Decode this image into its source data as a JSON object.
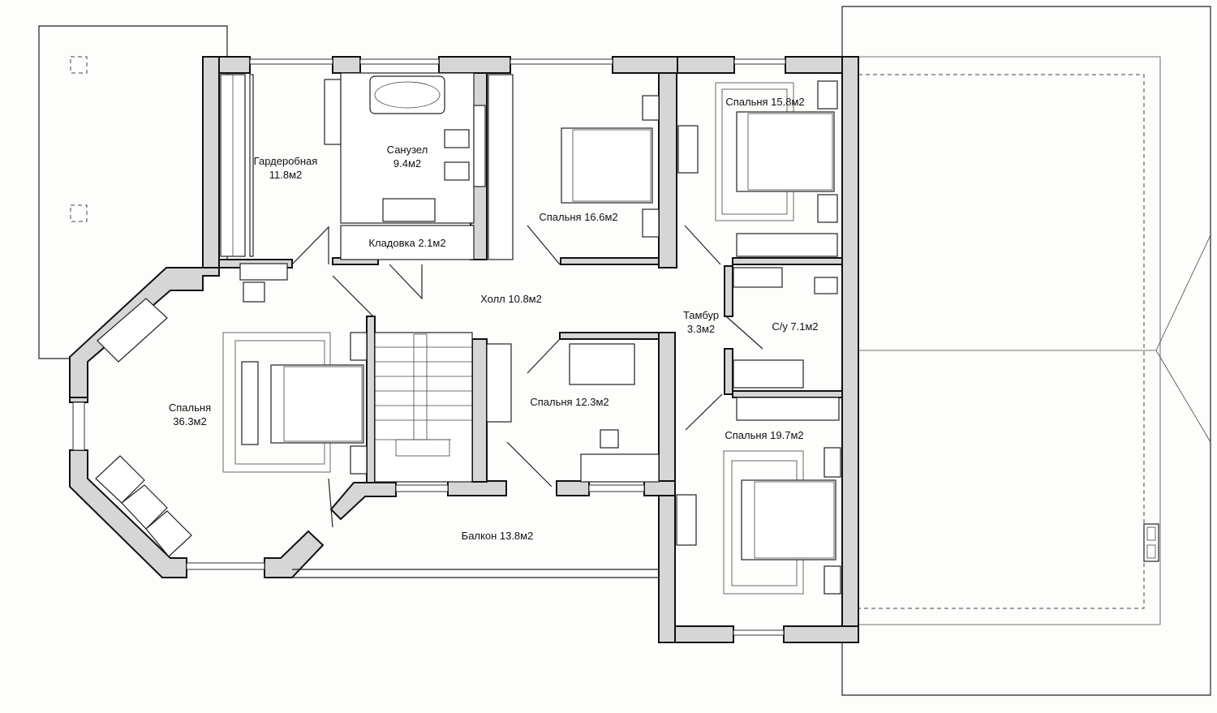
{
  "rooms": {
    "wardrobe": {
      "name": "Гардеробная",
      "area": "11.8м2"
    },
    "bath_main": {
      "name": "Санузел",
      "area": "9.4м2"
    },
    "storage": {
      "label": "Кладовка 2.1м2"
    },
    "bedroom_16": {
      "label": "Спальня 16.6м2"
    },
    "bedroom_15": {
      "label": "Спальня 15.8м2"
    },
    "hall": {
      "label": "Холл 10.8м2"
    },
    "vestibule": {
      "name": "Тамбур",
      "area": "3.3м2"
    },
    "wc": {
      "label": "С/у 7.1м2"
    },
    "master_bedroom": {
      "name": "Спальня",
      "area": "36.3м2"
    },
    "bedroom_12": {
      "label": "Спальня 12.3м2"
    },
    "bedroom_19": {
      "label": "Спальня 19.7м2"
    },
    "balcony": {
      "label": "Балкон 13.8м2"
    }
  },
  "colors": {
    "wall_fill": "#d6d6d6",
    "line": "#111111",
    "background": "#fdfdfb"
  }
}
